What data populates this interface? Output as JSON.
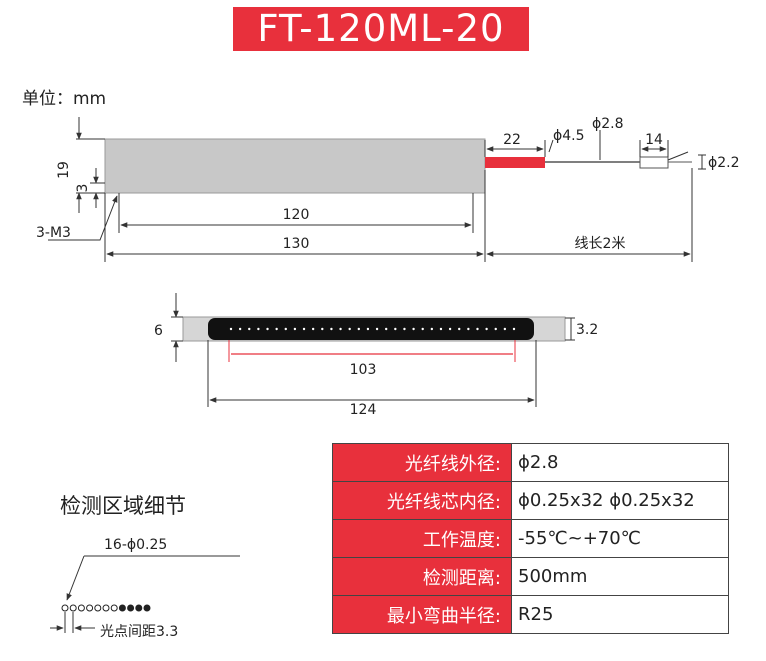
{
  "title": "FT-120ML-20",
  "unit_label": "单位：mm",
  "top_view": {
    "height_dim": "19",
    "hole_dim": "3",
    "hole_label": "3-M3",
    "inner_length": "120",
    "total_length": "130",
    "sleeve_length": "22",
    "sleeve_dia": "ϕ4.5",
    "fiber_dia": "ϕ2.8",
    "tip_length": "14",
    "tip_dia": "ϕ2.2",
    "cable_length": "线长2米"
  },
  "front_view": {
    "thickness": "6",
    "window_height": "3.2",
    "window_length": "103",
    "total_length": "124",
    "dot_count": 32
  },
  "detail": {
    "title": "检测区域细节",
    "aperture_label": "16-ϕ0.25",
    "pitch_label": "光点间距3.3"
  },
  "specs": [
    {
      "key": "光纤线外径:",
      "value": "ϕ2.8"
    },
    {
      "key": "光纤线芯内径:",
      "value": "ϕ0.25x32  ϕ0.25x32"
    },
    {
      "key": "工作温度:",
      "value": "-55℃~+70℃"
    },
    {
      "key": "检测距离:",
      "value": "500mm"
    },
    {
      "key": "最小弯曲半径:",
      "value": "R25"
    }
  ],
  "colors": {
    "accent": "#e8303c",
    "body": "#c8c8c8",
    "window": "#111111"
  }
}
